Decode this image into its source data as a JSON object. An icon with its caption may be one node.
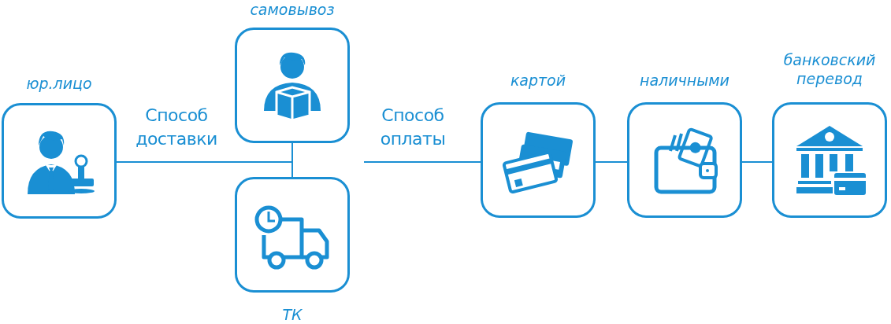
{
  "diagram": {
    "nodes": [
      {
        "text": [
          "юр.лицо"
        ]
      },
      {
        "text": [
          "самовывоз"
        ]
      },
      {
        "text": [
          "ТК"
        ]
      },
      {
        "text": [
          "Способ оплаты"
        ]
      },
      {
        "text": [
          "картой"
        ]
      },
      {
        "text": [
          "наличными"
        ]
      },
      {
        "text": [
          "банковский перевод"
        ]
      }
    ],
    "edges": [
      {
        "from": 0,
        "to": 1,
        "arrow": "none",
        "label": "Способ доставки"
      },
      {
        "from": 0,
        "to": 2,
        "arrow": "none"
      },
      {
        "from": 3,
        "to": 4,
        "arrow": "none"
      },
      {
        "from": 4,
        "to": 5,
        "arrow": "none"
      },
      {
        "from": 5,
        "to": 6,
        "arrow": "none"
      }
    ]
  }
}
